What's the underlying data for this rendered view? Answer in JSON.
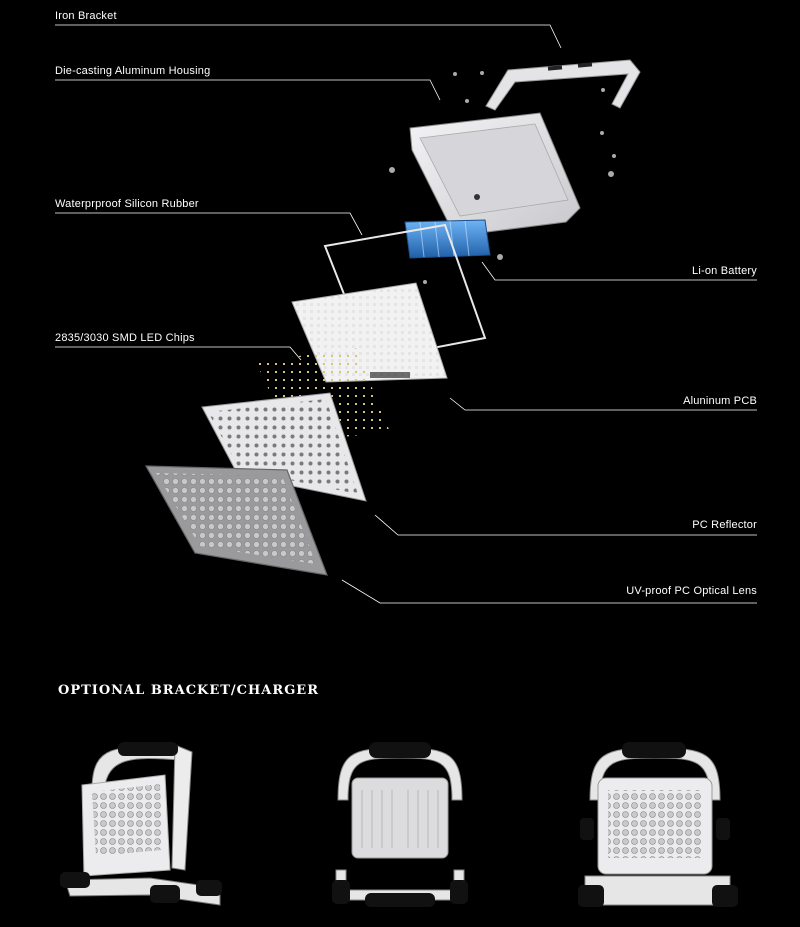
{
  "components": {
    "iron_bracket": "Iron Bracket",
    "housing": "Die-casting Aluminum Housing",
    "silicon_rubber": "Waterprproof Silicon Rubber",
    "battery": "Li-on Battery",
    "led_chips": "2835/3030 SMD LED Chips",
    "pcb": "Aluninum PCB",
    "reflector": "PC Reflector",
    "lens": "UV-proof PC Optical Lens"
  },
  "optional_section": {
    "title": "OPTIONAL BRACKET/CHARGER"
  },
  "colors": {
    "background": "#000000",
    "battery": "#3f8fe0",
    "housing": "#e8e8ea",
    "lines": "#ffffff"
  }
}
